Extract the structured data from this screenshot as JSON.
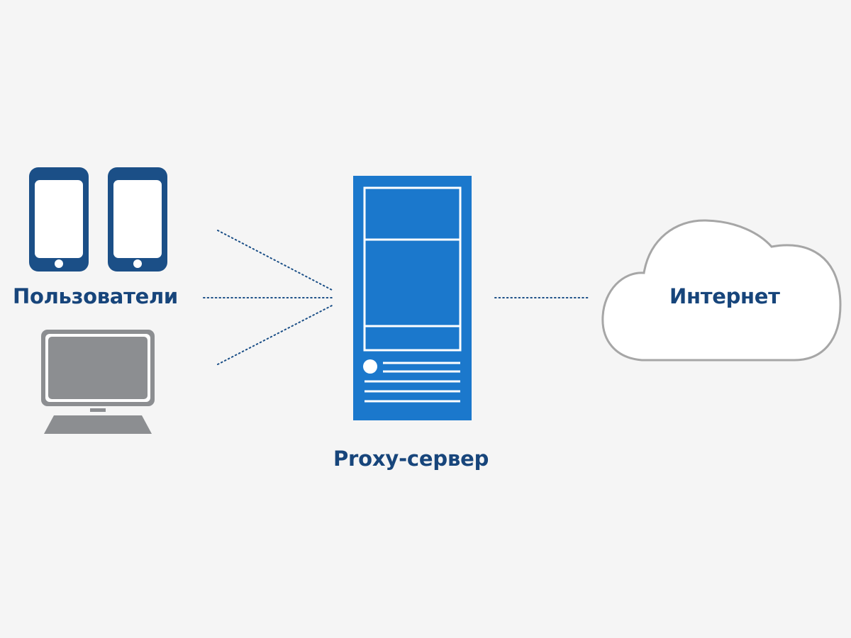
{
  "colors": {
    "background": "#f5f5f5",
    "navy": "#1b4f87",
    "blue": "#1b78cc",
    "gray": "#8c8e91",
    "cloud_outline": "#a6a6a6",
    "white": "#ffffff",
    "label_text": "#17457b"
  },
  "nodes": {
    "users": {
      "label": "Пользователи",
      "icons": [
        "smartphone-icon",
        "smartphone-icon",
        "laptop-icon"
      ]
    },
    "proxy": {
      "label": "Proxy-сервер",
      "icon": "server-icon"
    },
    "internet": {
      "label": "Интернет",
      "icon": "cloud-icon"
    }
  },
  "edges": [
    {
      "from": "users",
      "to": "proxy",
      "style": "dotted",
      "count": 3
    },
    {
      "from": "proxy",
      "to": "internet",
      "style": "dotted",
      "count": 1
    }
  ]
}
